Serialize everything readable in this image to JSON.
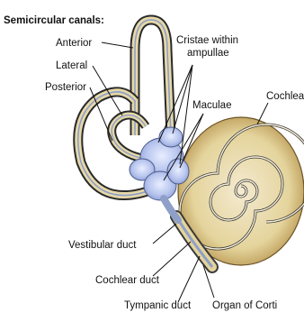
{
  "labels": {
    "semicircular_canals": "Semicircular canals:",
    "anterior": "Anterior",
    "lateral": "Lateral",
    "posterior": "Posterior",
    "cristae_line1": "Cristae within",
    "cristae_line2": "ampullae",
    "maculae": "Maculae",
    "cochlea": "Cochlea",
    "vestibular_duct": "Vestibular duct",
    "cochlear_duct": "Cochlear duct",
    "tympanic_duct": "Tympanic duct",
    "organ_of_corti": "Organ of Corti"
  },
  "colors": {
    "canal_outer": "#e6d8a8",
    "canal_edge": "#2a2a2a",
    "canal_inner": "#8fa0c8",
    "cochlea_outer": "#e4d49c",
    "cochlea_inner": "#c9a85e",
    "vestibule": "#b9c6ee",
    "background": "#ffffff"
  }
}
